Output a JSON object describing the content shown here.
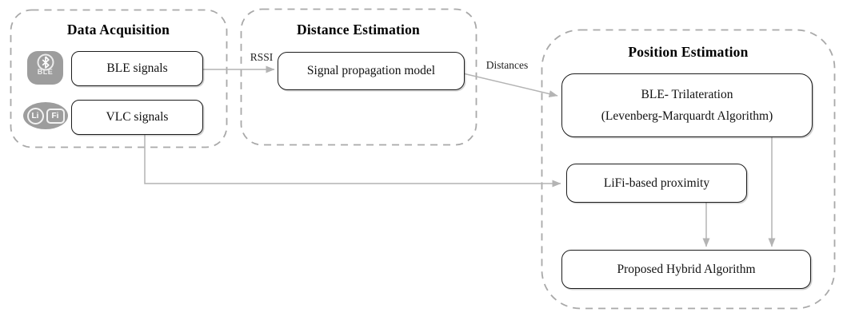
{
  "figure": {
    "sections": [
      {
        "key": "data-acquisition",
        "title": "Data Acquisition"
      },
      {
        "key": "distance-estimation",
        "title": "Distance Estimation"
      },
      {
        "key": "position-estimation",
        "title": "Position Estimation"
      }
    ],
    "nodes": [
      {
        "key": "ble-signals",
        "label": "BLE signals"
      },
      {
        "key": "vlc-signals",
        "label": "VLC signals"
      },
      {
        "key": "signal-propagation-model",
        "label": "Signal propagation model"
      },
      {
        "key": "ble-trilateration",
        "label": "BLE- Trilateration",
        "sublabel": "(Levenberg-Marquardt Algorithm)"
      },
      {
        "key": "lifi-based-proximity",
        "label": "LiFi-based proximity"
      },
      {
        "key": "proposed-hybrid-algorithm",
        "label": "Proposed Hybrid Algorithm"
      }
    ],
    "edge_labels": [
      {
        "key": "rssi",
        "text": "RSSI"
      },
      {
        "key": "distances",
        "text": "Distances"
      }
    ],
    "icons": {
      "ble": {
        "name": "bluetooth-ble-icon",
        "caption": "BLE"
      },
      "lifi": {
        "name": "lifi-icon",
        "li": "Li",
        "fi": "Fi"
      }
    },
    "colors": {
      "background": "#ffffff",
      "box_border": "#1c1c1c",
      "dashed_border": "#a9a9a9",
      "arrow": "#b4b4b4",
      "icon_gray": "#9d9d9d",
      "text": "#111111"
    }
  }
}
